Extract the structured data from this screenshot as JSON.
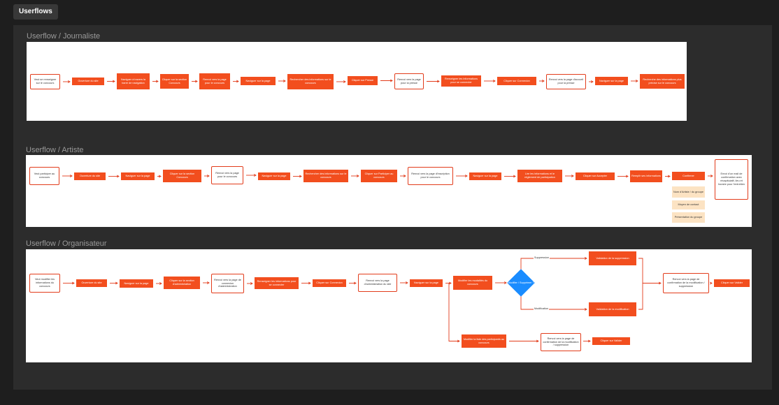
{
  "tag": "Userflows",
  "colors": {
    "accent": "#f24e1e",
    "stroke": "#e23c1b",
    "decision": "#1a8cff",
    "attr": "#fce3c3"
  },
  "flows": [
    {
      "title": "Userflow / Journaliste",
      "nodes": [
        {
          "label": "Veut se renseigner sur le concours"
        },
        {
          "label": "Ouverture du site"
        },
        {
          "label": "Naviguer à travers la barre de navigation"
        },
        {
          "label": "Cliquer sur la section Concours"
        },
        {
          "label": "Renvoi vers la page pour le concours"
        },
        {
          "label": "Naviguer sur la page"
        },
        {
          "label": "Rechercher des informations sur le concours"
        },
        {
          "label": "Cliquer sur Presse"
        },
        {
          "label": "Renvoi vers la page pour la presse"
        },
        {
          "label": "Renseigner les informations pour se connecter"
        },
        {
          "label": "Cliquer sur Connexion"
        },
        {
          "label": "Renvoi vers la page d'accueil pour la presse"
        },
        {
          "label": "Naviguer sur la page"
        },
        {
          "label": "Recherche des informations plus précise sur le concours"
        }
      ]
    },
    {
      "title": "Userflow / Artiste",
      "nodes": [
        {
          "label": "Veut participer au concours"
        },
        {
          "label": "Ouverture du site"
        },
        {
          "label": "Naviguer sur la page"
        },
        {
          "label": "Cliquer sur la section Concours"
        },
        {
          "label": "Renvoi vers la page pour le concours"
        },
        {
          "label": "Naviguer sur la page"
        },
        {
          "label": "Rechercher des informations sur le concours"
        },
        {
          "label": "Cliquer sur Participer au concours"
        },
        {
          "label": "Renvoi vers la page d'inscription pour le concours"
        },
        {
          "label": "Naviguer sur la page"
        },
        {
          "label": "Lire les informations et le règlement de participation"
        },
        {
          "label": "Cliquer sur Accepter"
        },
        {
          "label": "Remplir ses informations"
        },
        {
          "label": "Confirmer"
        },
        {
          "label": "Envoi d'un mail de confirmation avec récapitulatif, lieu et horaire pour l'entretien"
        }
      ],
      "attributes": [
        {
          "label": "Nom d'Artiste / du groupe"
        },
        {
          "label": "Moyen de contact"
        },
        {
          "label": "Présentation du groupe"
        }
      ]
    },
    {
      "title": "Userflow / Organisateur",
      "nodes": [
        {
          "label": "Veut modifier les informations du concours"
        },
        {
          "label": "Ouverture du site"
        },
        {
          "label": "Naviguer sur la page"
        },
        {
          "label": "Cliquer sur la section d'administration"
        },
        {
          "label": "Renvoi vers la page de connexion d'administration"
        },
        {
          "label": "Renseigner les informations pour se connecter"
        },
        {
          "label": "Cliquer sur Connexion"
        },
        {
          "label": "Renvoi vers la page d'administration du site"
        },
        {
          "label": "Naviguer sur la page"
        },
        {
          "label": "Modifier les modalités du concours"
        }
      ],
      "decision": {
        "label": "Modifier / Supprimer ?"
      },
      "branch_labels": {
        "top": "Suppression",
        "bottom": "Modification"
      },
      "branch_nodes": [
        {
          "label": "Validation de la suppression"
        },
        {
          "label": "Validation de la modification"
        }
      ],
      "merge_nodes": [
        {
          "label": "Renvoi vers la page de confirmation de la modification / suppression"
        },
        {
          "label": "Cliquer sur Valider"
        }
      ],
      "lower_nodes": [
        {
          "label": "Modifier la liste des participants au concours"
        },
        {
          "label": "Renvoi vers la page de confirmation de la modification / suppression"
        },
        {
          "label": "Cliquer sur Valider"
        }
      ]
    }
  ]
}
